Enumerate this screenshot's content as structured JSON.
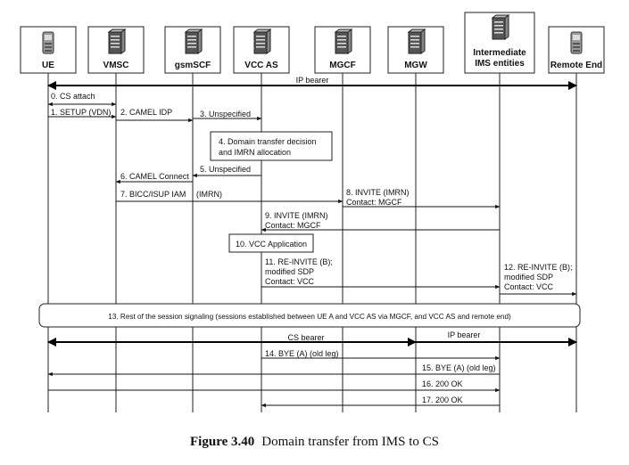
{
  "entities": [
    {
      "id": "ue",
      "label": "UE",
      "icon": "phone-icon"
    },
    {
      "id": "vmsc",
      "label": "VMSC",
      "icon": "server-icon"
    },
    {
      "id": "gsmscf",
      "label": "gsmSCF",
      "icon": "server-icon"
    },
    {
      "id": "vccas",
      "label": "VCC AS",
      "icon": "server-icon"
    },
    {
      "id": "mgcf",
      "label": "MGCF",
      "icon": "server-icon"
    },
    {
      "id": "mgw",
      "label": "MGW",
      "icon": "server-icon"
    },
    {
      "id": "ims",
      "label": "Intermediate IMS entities",
      "icon": "server-icon"
    },
    {
      "id": "remote",
      "label": "Remote End",
      "icon": "phone-icon"
    }
  ],
  "bearers": {
    "ip_bearer_top": "IP bearer",
    "cs_bearer": "CS bearer",
    "ip_bearer_bottom": "IP bearer"
  },
  "messages": [
    {
      "id": "m0",
      "text": "0. CS attach",
      "from": "ue",
      "to": "vmsc",
      "bidir": true
    },
    {
      "id": "m1",
      "text": "1. SETUP (VDN)",
      "from": "ue",
      "to": "vmsc"
    },
    {
      "id": "m2",
      "text": "2. CAMEL IDP",
      "from": "vmsc",
      "to": "gsmscf"
    },
    {
      "id": "m3",
      "text": "3. Unspecified",
      "from": "gsmscf",
      "to": "vccas"
    },
    {
      "id": "m5",
      "text": "5. Unspecified",
      "from": "vccas",
      "to": "gsmscf"
    },
    {
      "id": "m6",
      "text": "6. CAMEL Connect",
      "from": "gsmscf",
      "to": "vmsc"
    },
    {
      "id": "m7",
      "text": "7. BICC/ISUP IAM",
      "extra": "(IMRN)",
      "from": "vmsc",
      "to": "mgcf"
    },
    {
      "id": "m8",
      "text": "8. INVITE (IMRN)",
      "text2": "Contact: MGCF",
      "from": "mgcf",
      "to": "ims"
    },
    {
      "id": "m9",
      "text": "9. INVITE (IMRN)",
      "text2": "Contact: MGCF",
      "from": "ims",
      "to": "vccas"
    },
    {
      "id": "m11",
      "text": "11. RE-INVITE (B);",
      "text2": "modified SDP",
      "text3": "Contact: VCC",
      "from": "vccas",
      "to": "ims"
    },
    {
      "id": "m12",
      "text": "12. RE-INVITE (B);",
      "text2": "modified SDP",
      "text3": "Contact: VCC",
      "from": "ims",
      "to": "remote"
    },
    {
      "id": "m14",
      "text": "14. BYE (A) (old leg)",
      "from": "vccas",
      "to": "ims"
    },
    {
      "id": "m15",
      "text": "15. BYE (A) (old leg)",
      "from": "ims",
      "to": "ue"
    },
    {
      "id": "m16",
      "text": "16. 200 OK",
      "from": "ue",
      "to": "ims"
    },
    {
      "id": "m17",
      "text": "17. 200 OK",
      "from": "ims",
      "to": "vccas"
    }
  ],
  "boxes": {
    "step4": {
      "line1": "4. Domain transfer decision",
      "line2": "and IMRN allocation"
    },
    "step10": "10. VCC Application",
    "step13": "13. Rest of the session signaling (sessions established between UE A and VCC AS via MGCF, and VCC AS and remote end)"
  },
  "caption": {
    "figure": "Figure 3.40",
    "title": "Domain transfer from IMS to CS"
  }
}
